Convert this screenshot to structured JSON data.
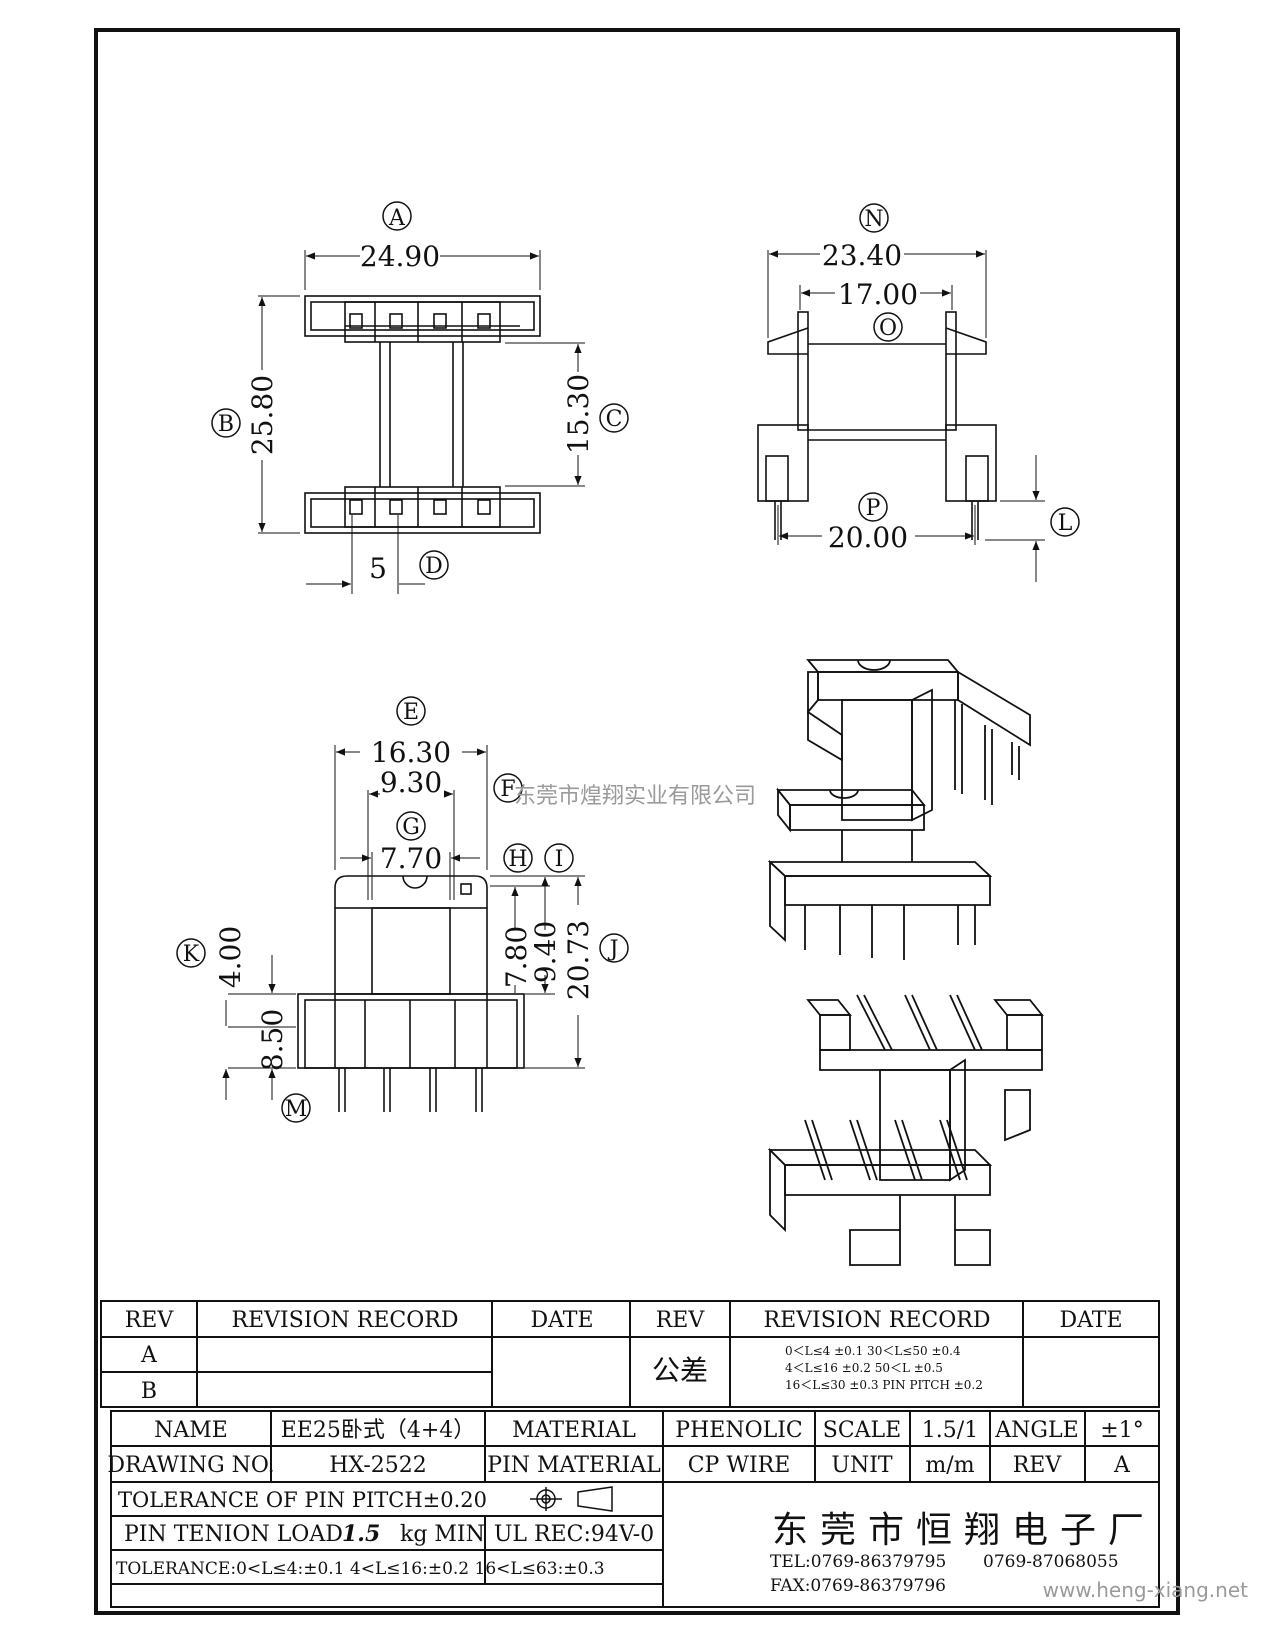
{
  "dimensions": {
    "A": {
      "letter": "A",
      "value": "24.90"
    },
    "B": {
      "letter": "B",
      "value": "25.80"
    },
    "C": {
      "letter": "C",
      "value": "15.30"
    },
    "D": {
      "letter": "D",
      "value": "5"
    },
    "N": {
      "letter": "N",
      "value": "23.40"
    },
    "O": {
      "letter": "O",
      "value": "17.00"
    },
    "P": {
      "letter": "P",
      "value": "20.00"
    },
    "L": {
      "letter": "L"
    },
    "E": {
      "letter": "E",
      "value": "16.30"
    },
    "F": {
      "letter": "F",
      "value": "9.30"
    },
    "G": {
      "letter": "G",
      "value": "7.70"
    },
    "H": {
      "letter": "H",
      "value": "7.80"
    },
    "I": {
      "letter": "I",
      "value": "9.40"
    },
    "J": {
      "letter": "J",
      "value": "20.73"
    },
    "K": {
      "letter": "K",
      "value": "4.00"
    },
    "M": {
      "letter": "M",
      "value": "8.50"
    }
  },
  "watermark_center": "东莞市煌翔实业有限公司",
  "watermark_corner": "www.heng-xiang.net",
  "revision_table": {
    "rev_header": "REV",
    "record_header": "REVISION RECORD",
    "date_header": "DATE",
    "rows": [
      "A",
      "B"
    ],
    "tolerance_label": "公差",
    "tol_lines": [
      "0＜L≤4   ±0.1   30＜L≤50 ±0.4",
      "4＜L≤16  ±0.2   50＜L      ±0.5",
      "16＜L≤30 ±0.3   PIN PITCH  ±0.2"
    ]
  },
  "title_block": {
    "name_label": "NAME",
    "name_value": "EE25卧式（4+4）",
    "material_label": "MATERIAL",
    "material_value": "PHENOLIC",
    "scale_label": "SCALE",
    "scale_value": "1.5/1",
    "angle_label": "ANGLE",
    "angle_value": "±1°",
    "drawing_no_label": "DRAWING NO.",
    "drawing_no_value": "HX-2522",
    "pin_material_label": "PIN MATERIAL",
    "pin_material_value": "CP WIRE",
    "unit_label": "UNIT",
    "unit_value": "m/m",
    "rev_label": "REV",
    "rev_value": "A",
    "pitch_tolerance": "TOLERANCE OF PIN PITCH±0.20",
    "tension_label": "PIN TENION LOAD",
    "tension_value": "1.5",
    "tension_unit": "kg MIN",
    "ul": "UL REC:94V-0",
    "tolerance_line": "TOLERANCE:0<L≤4:±0.1  4<L≤16:±0.2  16<L≤63:±0.3",
    "company": "东莞市恒翔电子厂",
    "tel": "TEL:0769-86379795",
    "tel2": "0769-87068055",
    "fax": "FAX:0769-86379796"
  }
}
